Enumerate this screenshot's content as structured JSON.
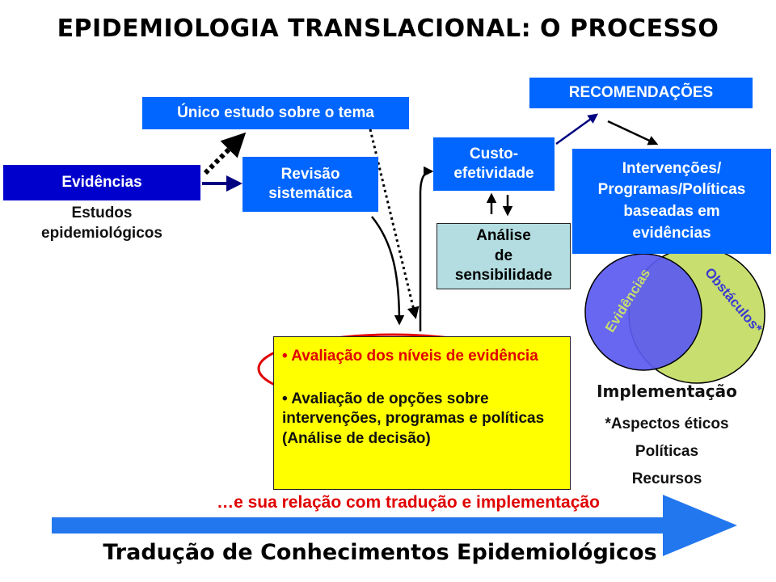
{
  "title": "EPIDEMIOLOGIA TRANSLACIONAL: O PROCESSO",
  "boxes": {
    "evidencias": "Evidências",
    "unico_estudo": "Único estudo sobre o tema",
    "revisao_1": "Revisão",
    "revisao_2": "sistemática",
    "custo_1": "Custo-",
    "custo_2": "efetividade",
    "recomendacoes": "RECOMENDAÇÕES",
    "intervencoes_1": "Intervenções/",
    "intervencoes_2": "Programas/Políticas",
    "intervencoes_3": "baseadas em",
    "intervencoes_4": "evidências",
    "analise_1": "Análise",
    "analise_2": "de",
    "analise_3": "sensibilidade"
  },
  "estudos_1": "Estudos",
  "estudos_2": "epidemiológicos",
  "yellow": {
    "bullet1": "• Avaliação dos níveis de evidência",
    "bullet2": "• Avaliação de opções sobre intervenções, programas e políticas (Análise de decisão)"
  },
  "venn": {
    "left_label": "Evidências",
    "right_label": "Obstáculos*",
    "left_color": "#5a5af0",
    "right_color": "#c8de6e"
  },
  "implementacao": "Implementação",
  "aspectos": "*Aspectos éticos",
  "politicas": "Políticas",
  "recursos": "Recursos",
  "subtitle": "…e sua relação com tradução e implementação",
  "bottom_title": "Tradução de Conhecimentos Epidemiológicos",
  "colors": {
    "arrow_blue": "#2277ee",
    "red": "#e00000",
    "navy": "#000080"
  }
}
